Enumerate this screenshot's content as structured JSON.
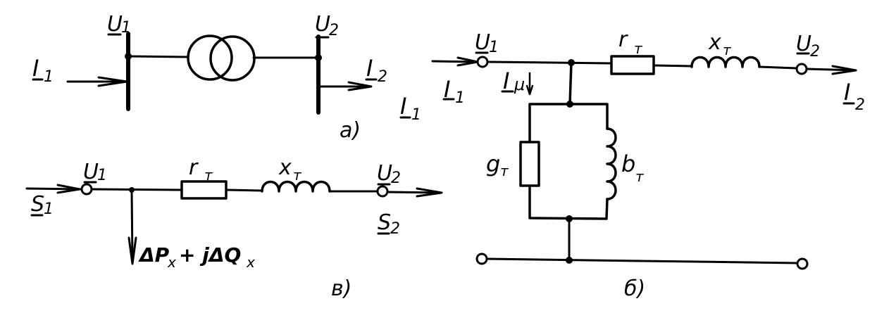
{
  "diagram_a": {
    "caption": "а)",
    "labels": {
      "u1": "U",
      "u1_sub": "1",
      "u2": "U",
      "u2_sub": "2",
      "i1_in": "I",
      "i1_in_sub": "1",
      "i2_out": "I",
      "i2_out_sub": "2",
      "i1_extra": "I",
      "i1_extra_sub": "1"
    },
    "element": "two-winding transformer symbol"
  },
  "diagram_b": {
    "caption": "б)",
    "labels": {
      "u1": "U",
      "u1_sub": "1",
      "u2": "U",
      "u2_sub": "2",
      "i1": "I",
      "i1_sub": "1",
      "i2": "I",
      "i2_sub": "2",
      "i_mu": "I",
      "i_mu_sub": "μ",
      "r": "r",
      "r_sub": "т",
      "x": "x",
      "x_sub": "т",
      "g": "g",
      "g_sub": "т",
      "b": "b",
      "b_sub": "т"
    }
  },
  "diagram_v": {
    "caption": "в)",
    "labels": {
      "u1": "U",
      "u1_sub": "1",
      "u2": "U",
      "u2_sub": "2",
      "s1": "S",
      "s1_sub": "1",
      "s2": "S",
      "s2_sub": "2",
      "r": "r",
      "r_sub": "т",
      "x": "x",
      "x_sub": "т",
      "losses_p": "ΔP",
      "losses_p_sub": "x",
      "losses_plus": "+ jΔQ",
      "losses_q_sub": "x"
    }
  }
}
